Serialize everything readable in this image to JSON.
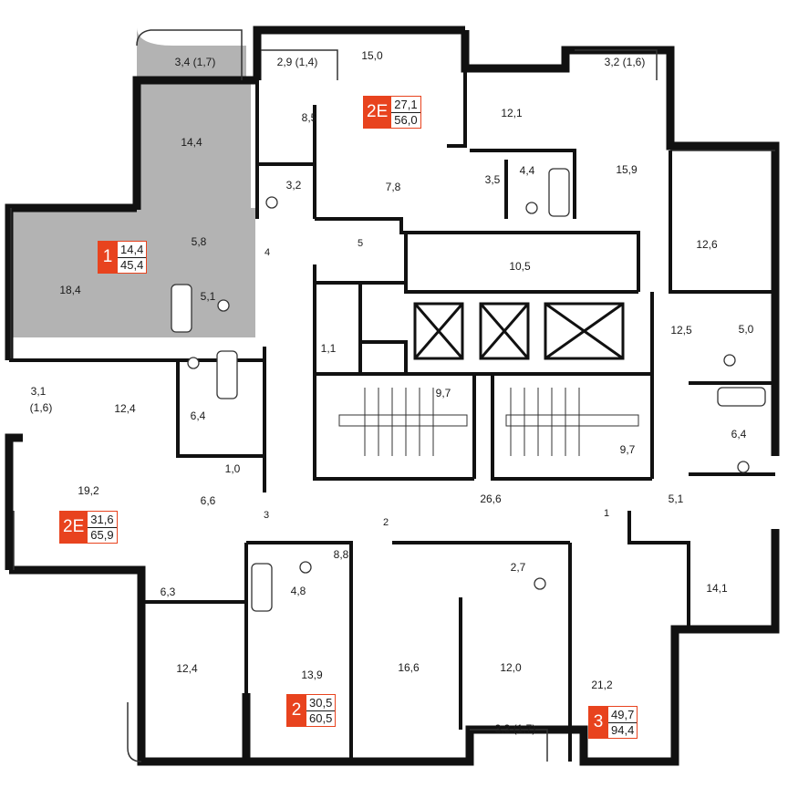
{
  "plan": {
    "colors": {
      "wall": "#111111",
      "highlight": "#b3b3b3",
      "accent": "#e8431e",
      "floor": "#ffffff"
    },
    "rooms": [
      {
        "id": "balcony-top-left",
        "text": "3,4 (1,7)"
      },
      {
        "id": "room-14-4",
        "text": "14,4"
      },
      {
        "id": "hall-5-8",
        "text": "5,8"
      },
      {
        "id": "room-18-4",
        "text": "18,4"
      },
      {
        "id": "bath-5-1-left",
        "text": "5,1"
      },
      {
        "id": "balcony-2-9",
        "text": "2,9 (1,4)"
      },
      {
        "id": "room-15-0",
        "text": "15,0"
      },
      {
        "id": "kitchen-8-5",
        "text": "8,5"
      },
      {
        "id": "bath-3-2",
        "text": "3,2"
      },
      {
        "id": "hall-7-8",
        "text": "7,8"
      },
      {
        "id": "room-12-1",
        "text": "12,1"
      },
      {
        "id": "hall-3-5",
        "text": "3,5"
      },
      {
        "id": "bath-4-4",
        "text": "4,4"
      },
      {
        "id": "balcony-3-2",
        "text": "3,2 (1,6)"
      },
      {
        "id": "room-15-9",
        "text": "15,9"
      },
      {
        "id": "room-12-6",
        "text": "12,6"
      },
      {
        "id": "hall-12-5",
        "text": "12,5"
      },
      {
        "id": "bath-5-0",
        "text": "5,0"
      },
      {
        "id": "bath-6-4-right",
        "text": "6,4"
      },
      {
        "id": "tech-10-5",
        "text": "10,5"
      },
      {
        "id": "tech-1-1",
        "text": "1,1"
      },
      {
        "id": "stair-9-7-a",
        "text": "9,7"
      },
      {
        "id": "stair-9-7-b",
        "text": "9,7"
      },
      {
        "id": "corridor-26-6",
        "text": "26,6"
      },
      {
        "id": "balcony-3-1",
        "text": "3,1"
      },
      {
        "id": "balcony-3-1-sub",
        "text": "(1,6)"
      },
      {
        "id": "kitchen-12-4",
        "text": "12,4"
      },
      {
        "id": "bath-6-4-left",
        "text": "6,4"
      },
      {
        "id": "wc-1-0",
        "text": "1,0"
      },
      {
        "id": "room-19-2",
        "text": "19,2"
      },
      {
        "id": "hall-6-6",
        "text": "6,6"
      },
      {
        "id": "hall-5-1-right",
        "text": "5,1"
      },
      {
        "id": "kitchen-8-8",
        "text": "8,8"
      },
      {
        "id": "bath-4-8",
        "text": "4,8"
      },
      {
        "id": "wc-2-7",
        "text": "2,7"
      },
      {
        "id": "room-14-1",
        "text": "14,1"
      },
      {
        "id": "hall-6-3",
        "text": "6,3"
      },
      {
        "id": "room-12-4-bottom",
        "text": "12,4"
      },
      {
        "id": "room-13-9",
        "text": "13,9"
      },
      {
        "id": "room-16-6",
        "text": "16,6"
      },
      {
        "id": "kitchen-12-0",
        "text": "12,0"
      },
      {
        "id": "room-21-2",
        "text": "21,2"
      },
      {
        "id": "balcony-3-3",
        "text": "3,3 (1,7)"
      }
    ],
    "corridor_numbers": [
      "4",
      "5",
      "3",
      "2",
      "1"
    ],
    "apartments": [
      {
        "id": "apt-1",
        "type": "1",
        "living": "14,4",
        "total": "45,4"
      },
      {
        "id": "apt-2e-top",
        "type": "2E",
        "living": "27,1",
        "total": "56,0"
      },
      {
        "id": "apt-2e-left",
        "type": "2E",
        "living": "31,6",
        "total": "65,9"
      },
      {
        "id": "apt-2",
        "type": "2",
        "living": "30,5",
        "total": "60,5"
      },
      {
        "id": "apt-3",
        "type": "3",
        "living": "49,7",
        "total": "94,4"
      }
    ]
  }
}
